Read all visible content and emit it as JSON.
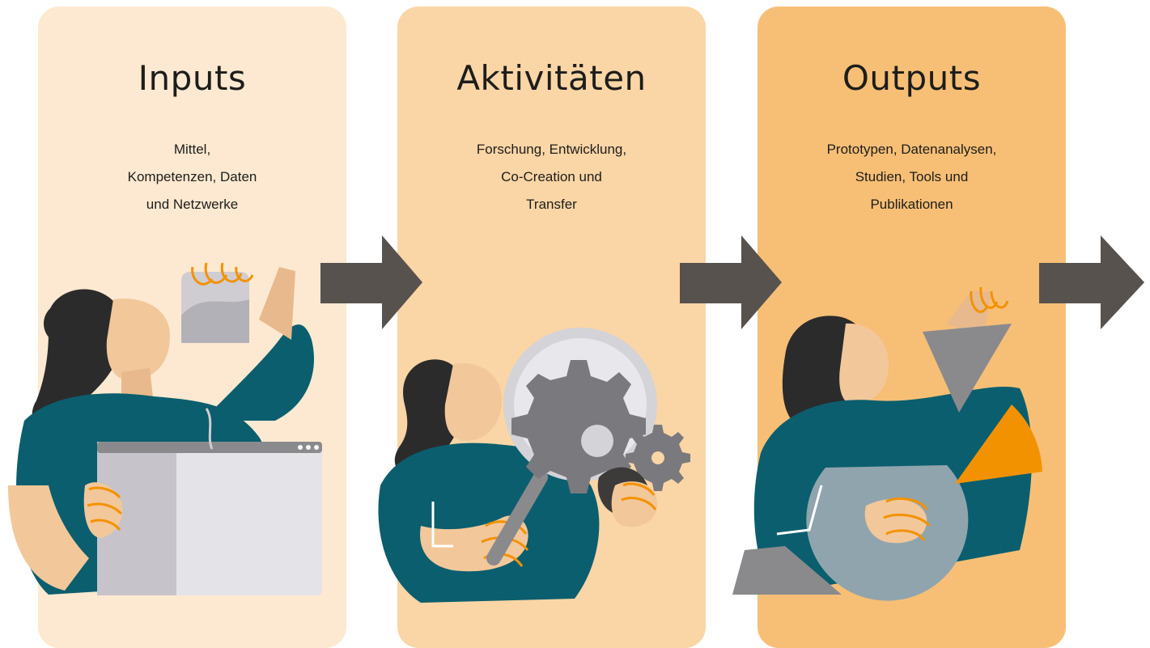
{
  "cards": [
    {
      "title": "Inputs",
      "lines": [
        "Mittel,",
        "Kompetenzen, Daten",
        "und Netzwerke"
      ]
    },
    {
      "title": "Aktivitäten",
      "lines": [
        "Forschung, Entwicklung,",
        "Co-Creation und",
        "Transfer"
      ]
    },
    {
      "title": "Outputs",
      "lines": [
        "Prototypen, Datenanalysen,",
        "Studien, Tools und",
        "Publikationen"
      ]
    }
  ],
  "colors": {
    "card_inputs": "#fde9d1",
    "card_activities": "#fad5a6",
    "card_outputs": "#f7bf76",
    "arrow": "#57524d",
    "shirt": "#0b5e6e",
    "hair": "#2b2b2b",
    "skin": "#f2c79a",
    "accent": "#f39200",
    "grey": "#8a8a8d"
  },
  "icons": [
    "arrow-right-icon",
    "magnifier-icon",
    "gear-icon",
    "pie-chart-icon",
    "browser-window-icon"
  ]
}
